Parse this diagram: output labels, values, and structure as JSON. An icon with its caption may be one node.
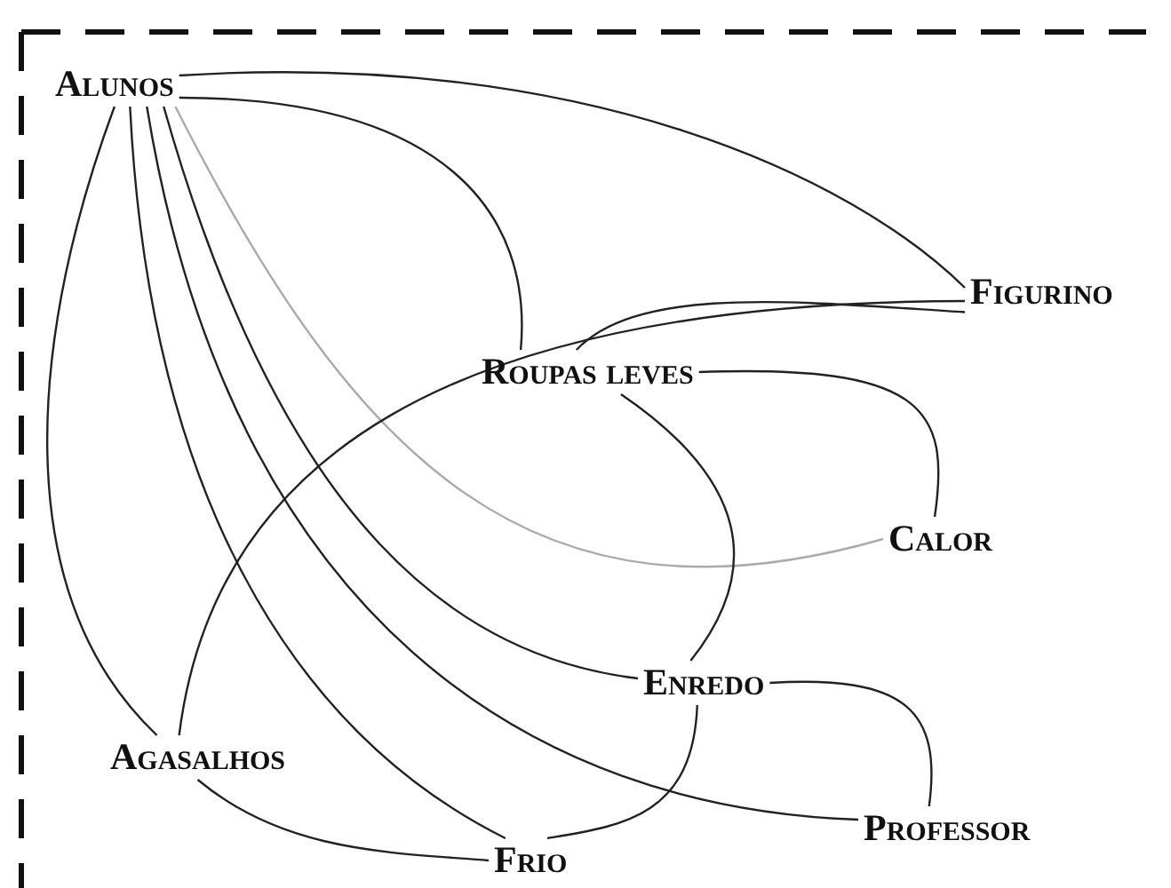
{
  "diagram": {
    "nodes": [
      {
        "text": [
          "Alunos"
        ]
      },
      {
        "text": [
          "Figurino"
        ]
      },
      {
        "text": [
          "Roupas leves"
        ]
      },
      {
        "text": [
          "Calor"
        ]
      },
      {
        "text": [
          "Enredo"
        ]
      },
      {
        "text": [
          "Agasalhos"
        ]
      },
      {
        "text": [
          "Professor"
        ]
      },
      {
        "text": [
          "Frio"
        ]
      }
    ],
    "edges": [
      {
        "from": 0,
        "to": 1,
        "arrow": "none"
      },
      {
        "from": 0,
        "to": 2,
        "arrow": "none"
      },
      {
        "from": 0,
        "to": 5,
        "arrow": "none"
      },
      {
        "from": 0,
        "to": 7,
        "arrow": "none"
      },
      {
        "from": 0,
        "to": 6,
        "arrow": "none"
      },
      {
        "from": 0,
        "to": 4,
        "arrow": "none"
      },
      {
        "from": 0,
        "to": 3,
        "arrow": "none",
        "color": "#aaaaaa"
      },
      {
        "from": 5,
        "to": 1,
        "arrow": "none"
      },
      {
        "from": 2,
        "to": 1,
        "arrow": "none"
      },
      {
        "from": 2,
        "to": 3,
        "arrow": "none"
      },
      {
        "from": 2,
        "to": 4,
        "arrow": "none"
      },
      {
        "from": 4,
        "to": 7,
        "arrow": "none"
      },
      {
        "from": 4,
        "to": 6,
        "arrow": "none"
      },
      {
        "from": 5,
        "to": 7,
        "arrow": "none"
      }
    ]
  }
}
